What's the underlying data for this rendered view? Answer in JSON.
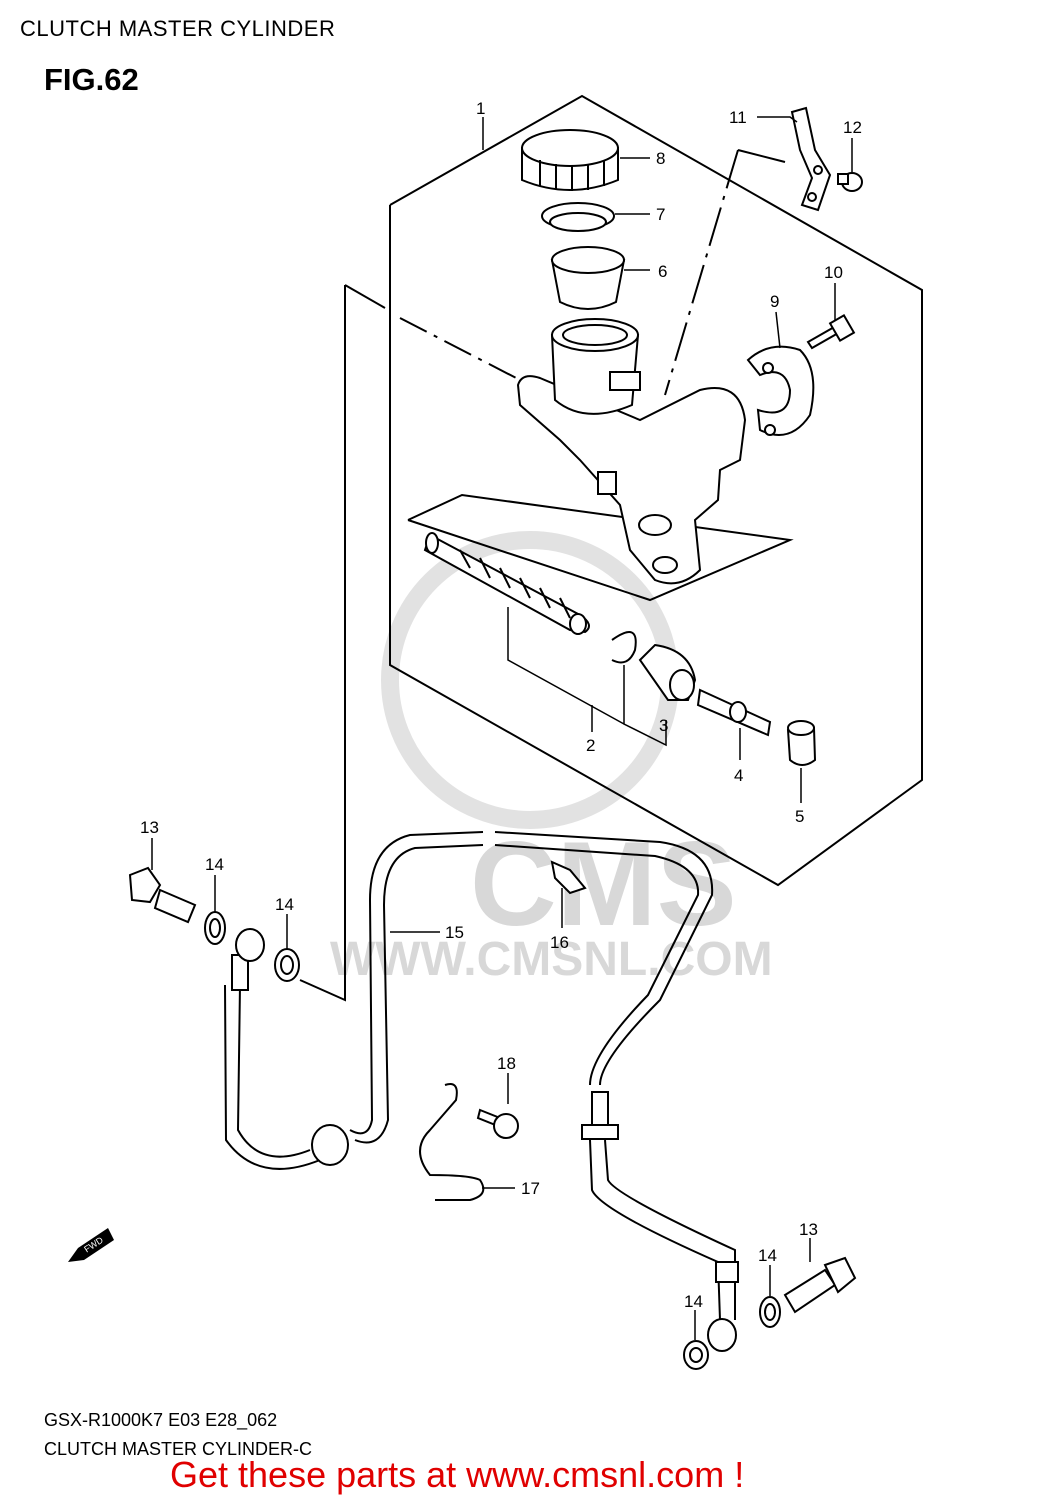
{
  "header": {
    "title": "CLUTCH MASTER CYLINDER"
  },
  "figure": {
    "label": "FIG.62"
  },
  "watermark": {
    "brand": "CMS",
    "url": "WWW.CMSNL.COM"
  },
  "fwd_arrow": {
    "text": "FWD"
  },
  "callouts": {
    "c1": "1",
    "c2": "2",
    "c3": "3",
    "c4": "4",
    "c5": "5",
    "c6": "6",
    "c7": "7",
    "c8": "8",
    "c9": "9",
    "c10": "10",
    "c11": "11",
    "c12": "12",
    "c13a": "13",
    "c13b": "13",
    "c14a": "14",
    "c14b": "14",
    "c14c": "14",
    "c14d": "14",
    "c15": "15",
    "c16": "16",
    "c17": "17",
    "c18": "18"
  },
  "footer": {
    "code": "GSX-R1000K7 E03 E28_062",
    "caption": "CLUTCH MASTER CYLINDER-C",
    "cta": "Get these parts at www.cmsnl.com !"
  },
  "colors": {
    "cta": "#e00000",
    "watermark": "#d8d8d8",
    "lines": "#000000"
  }
}
